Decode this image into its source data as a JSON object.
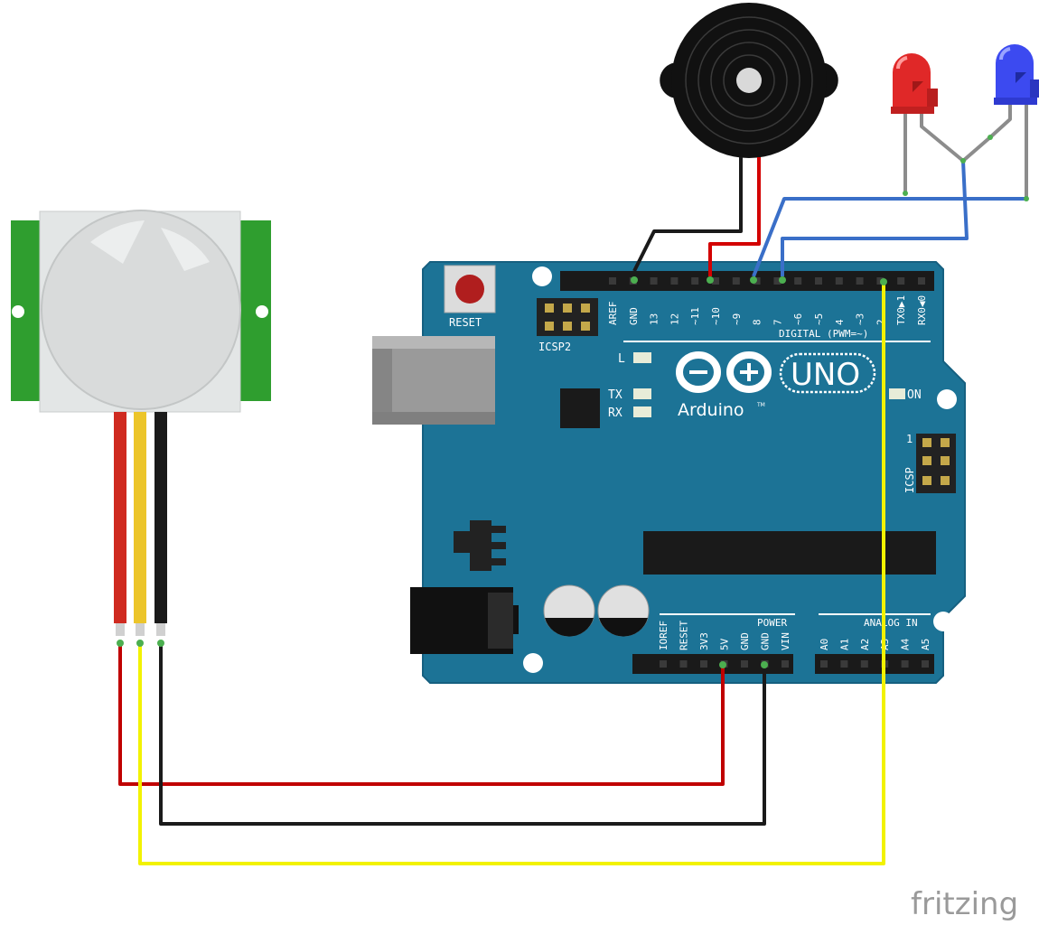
{
  "board": {
    "reset_label": "RESET",
    "icsp2_label": "ICSP2",
    "icsp_label": "ICSP",
    "icsp_pin1": "1",
    "led_l": "L",
    "led_tx": "TX",
    "led_rx": "RX",
    "on_label": "ON",
    "brand": "Arduino",
    "trademark": "TM",
    "model": "UNO",
    "digital_label": "DIGITAL (PWM=~)",
    "power_label": "POWER",
    "analog_label": "ANALOG IN",
    "digital_pins": [
      "AREF",
      "GND",
      "13",
      "12",
      "~11",
      "~10",
      "~9",
      "8",
      "7",
      "~6",
      "~5",
      "4",
      "~3",
      "2",
      "TX0▶1",
      "RX0◀0"
    ],
    "power_pins": [
      "IOREF",
      "RESET",
      "3V3",
      "5V",
      "GND",
      "GND",
      "VIN"
    ],
    "analog_pins": [
      "A0",
      "A1",
      "A2",
      "A3",
      "A4",
      "A5"
    ]
  },
  "colors": {
    "board": "#1c7396",
    "pcb_stroke": "#166080",
    "wire_red": "#d30000",
    "wire_black": "#1a1a1a",
    "wire_yellow": "#f2f200",
    "wire_blue": "#3a6fc8",
    "wire_grey": "#8c8c8c",
    "pir_green": "#2f9e2f"
  },
  "watermark": "fritzing"
}
